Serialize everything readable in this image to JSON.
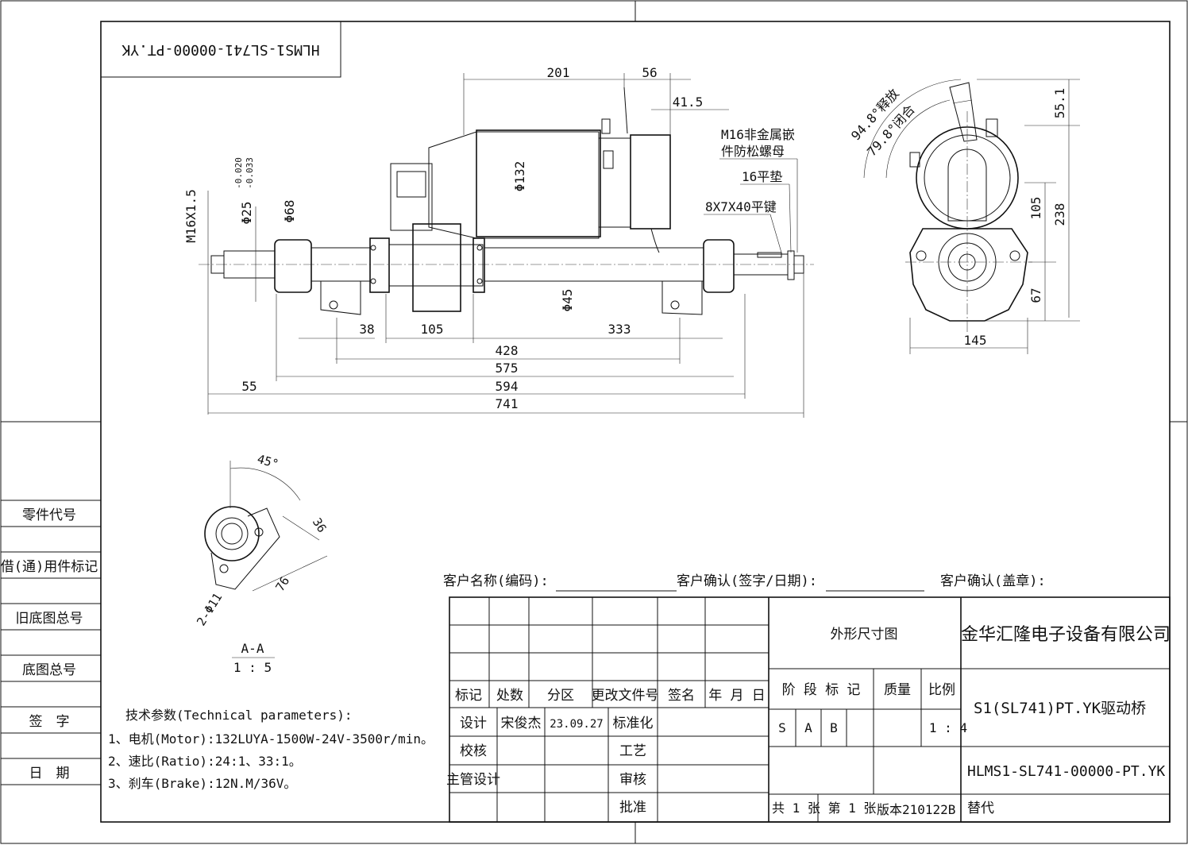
{
  "drawing_number_mirrored": "HLMS1-SL741-00000-PT.YK",
  "side_strip": [
    "零件代号",
    "借(通)用件标记",
    "旧底图总号",
    "底图总号",
    "签　字",
    "日　期"
  ],
  "dims": {
    "d201": "201",
    "d56": "56",
    "d41_5": "41.5",
    "d132": "Φ132",
    "d45": "Φ45",
    "d68": "Φ68",
    "d25": "Φ25",
    "tol_up": "-0.020",
    "tol_dn": "-0.033",
    "thread": "M16X1.5",
    "d38": "38",
    "d105": "105",
    "d333": "333",
    "d428": "428",
    "d575": "575",
    "d55": "55",
    "d594": "594",
    "d741": "741",
    "side_55_1": "55.1",
    "side_105": "105",
    "side_238": "238",
    "side_67": "67",
    "side_145": "145",
    "angle_release": "94.8°释放",
    "angle_close": "79.8°闭合",
    "sec_45": "45°",
    "sec_36": "36",
    "sec_76": "76",
    "sec_hole": "2-Φ11"
  },
  "notes": {
    "nut": "M16非金属嵌",
    "nut2": "件防松螺母",
    "washer": "16平垫",
    "key": "8X7X40平键",
    "section_label": "A-A",
    "section_scale": "1 : 5"
  },
  "tech": {
    "heading": "技术参数(Technical parameters):",
    "line1": "1、电机(Motor):132LUYA-1500W-24V-3500r/min。",
    "line2": "2、速比(Ratio):24:1、33:1。",
    "line3": "3、刹车(Brake):12N.M/36V。"
  },
  "customer": {
    "name": "客户名称(编码):",
    "confirm_sign": "客户确认(签字/日期):",
    "confirm_seal": "客户确认(盖章):"
  },
  "title_block": {
    "rev_headers": [
      "标记",
      "处数",
      "分区",
      "更改文件号",
      "签名",
      "年 月 日"
    ],
    "design_label": "设计",
    "designer": "宋俊杰",
    "design_date": "23.09.27",
    "standard": "标准化",
    "check": "校核",
    "process": "工艺",
    "chief": "主管设计",
    "review": "审核",
    "approve": "批准",
    "drawing_type": "外形尺寸图",
    "stage_label": "阶 段 标 记",
    "mass_label": "质量",
    "scale_label": "比例",
    "stage_s": "S",
    "stage_a": "A",
    "stage_b": "B",
    "scale": "1 : 4",
    "sheets": "共 1 张  第 1 张",
    "version": "版本210122B",
    "replace": "替代",
    "company": "金华汇隆电子设备有限公司",
    "product": "S1(SL741)PT.YK驱动桥",
    "drawing_number": "HLMS1-SL741-00000-PT.YK"
  }
}
